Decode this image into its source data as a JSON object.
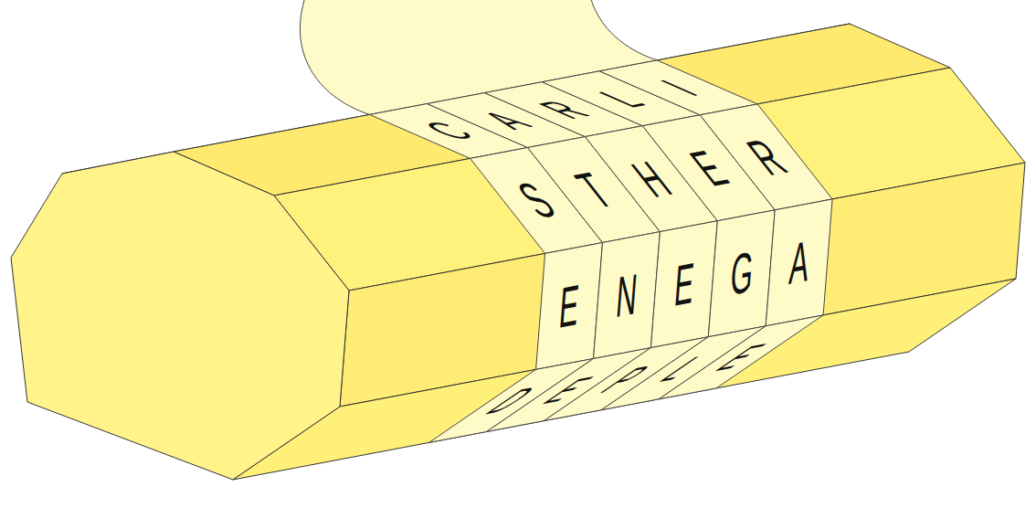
{
  "diagram": {
    "labels": [
      "C",
      "A",
      "R",
      "L",
      "I",
      "S",
      "T",
      "H",
      "E",
      "R",
      "E",
      "N",
      "E",
      "G",
      "A",
      "D",
      "E",
      "P",
      "L",
      "E"
    ]
  }
}
